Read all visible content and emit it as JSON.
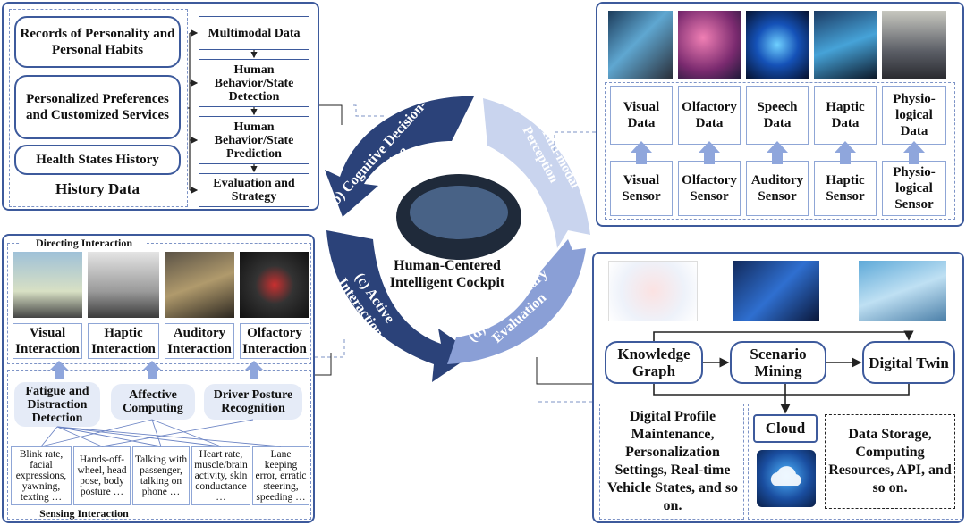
{
  "history": {
    "items": [
      "Records of Personality and Personal Habits",
      "Personalized Preferences and Customized Services",
      "Health States History"
    ],
    "title": "History Data",
    "flow": [
      "Multimodal Data",
      "Human Behavior/State Detection",
      "Human Behavior/State Prediction",
      "Evaluation and Strategy"
    ]
  },
  "perception": {
    "data": [
      "Visual Data",
      "Olfactory Data",
      "Speech Data",
      "Haptic Data",
      "Physio-logical Data"
    ],
    "sensors": [
      "Visual Sensor",
      "Olfactory Sensor",
      "Auditory Sensor",
      "Haptic Sensor",
      "Physio-logical Sensor"
    ]
  },
  "cycle": {
    "center": "Human-Centered Intelligent Cockpit",
    "a": "(a) Multi-modal Perception",
    "b": "(b) Cognitive Decision-making",
    "c": "(c) Active Interaction",
    "d": "(d) Evolutionary Evaluation"
  },
  "interaction": {
    "directing_title": "Directing Interaction",
    "directing": [
      "Visual Interaction",
      "Haptic Interaction",
      "Auditory Interaction",
      "Olfactory Interaction"
    ],
    "sensing_title": "Sensing Interaction",
    "sensing": [
      "Fatigue and Distraction Detection",
      "Affective Computing",
      "Driver Posture Recognition"
    ],
    "signals": [
      "Blink rate, facial expressions, yawning, texting …",
      "Hands-off-wheel, head pose, body posture …",
      "Talking with passenger, talking on phone …",
      "Heart rate, muscle/brain activity, skin conductance …",
      "Lane keeping error, erratic steering, speeding …"
    ]
  },
  "evaluation": {
    "nodes": [
      "Knowledge Graph",
      "Scenario Mining",
      "Digital Twin"
    ],
    "profile": "Digital Profile Maintenance, Personalization Settings, Real-time Vehicle States, and so on.",
    "cloud": "Cloud",
    "storage": "Data Storage, Computing Resources, API, and so on."
  },
  "colors": {
    "border": "#3d5a9c",
    "dark": "#2b4279",
    "mid": "#4a66b0",
    "light": "#c9d4ee",
    "lighter": "#9fb1dd",
    "arrow": "#8fa6dc"
  }
}
